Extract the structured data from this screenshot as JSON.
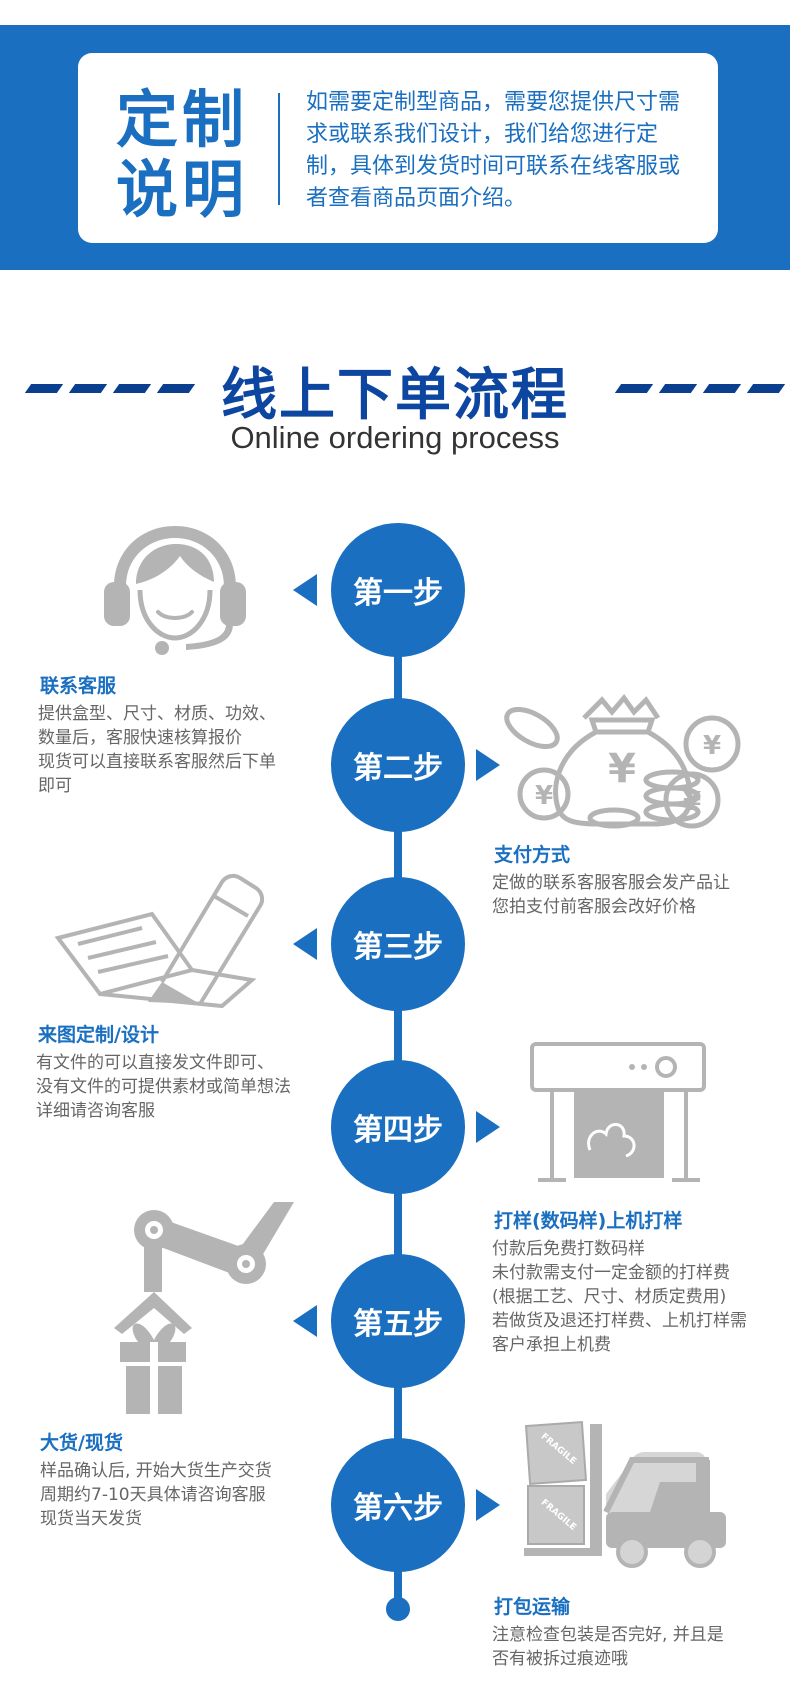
{
  "banner": {
    "title_line1": "定制",
    "title_line2": "说明",
    "text": "如需要定制型商品，需要您提供尺寸需求或联系我们设计，我们给您进行定制，具体到发货时间可联系在线客服或者查看商品页面介绍。"
  },
  "section": {
    "title": "线上下单流程",
    "subtitle": "Online ordering process"
  },
  "colors": {
    "primary": "#1a6fc0",
    "dark_blue": "#0a3e8f",
    "illustration_gray": "#b4b4b4"
  },
  "steps": [
    {
      "label": "第一步",
      "heading": "联系客服",
      "lines": [
        "提供盒型、尺寸、材质、功效、",
        "数量后，客服快速核算报价",
        "现货可以直接联系客服然后下单",
        "即可"
      ],
      "icon": "customer-service-headset-icon"
    },
    {
      "label": "第二步",
      "heading": "支付方式",
      "lines": [
        "定做的联系客服客服会发产品让",
        "您拍支付前客服会改好价格"
      ],
      "icon": "money-bag-coins-icon"
    },
    {
      "label": "第三步",
      "heading": "来图定制/设计",
      "lines": [
        "有文件的可以直接发文件即可、",
        "没有文件的可提供素材或简单想法",
        "详细请咨询客服"
      ],
      "icon": "pen-paper-icon"
    },
    {
      "label": "第四步",
      "heading": "打样(数码样)上机打样",
      "lines": [
        "付款后免费打数码样",
        "未付款需支付一定金额的打样费",
        "(根据工艺、尺寸、材质定费用)",
        "若做货及退还打样费、上机打样需",
        "客户承担上机费"
      ],
      "icon": "printer-icon"
    },
    {
      "label": "第五步",
      "heading": "大货/现货",
      "lines": [
        "样品确认后, 开始大货生产交货",
        "周期约7-10天具体请咨询客服",
        "现货当天发货"
      ],
      "icon": "robot-arm-gift-icon"
    },
    {
      "label": "第六步",
      "heading": "打包运输",
      "lines": [
        "注意检查包装是否完好, 并且是",
        "否有被拆过痕迹哦"
      ],
      "icon": "forklift-icon",
      "box_labels": [
        "FRAGILE",
        "FRAGILE"
      ]
    }
  ]
}
